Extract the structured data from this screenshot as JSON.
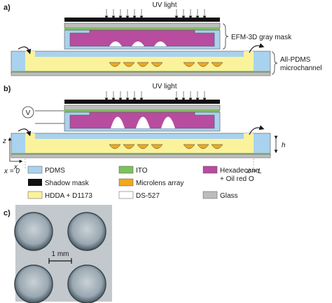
{
  "figure": {
    "panel_a": "a)",
    "panel_b": "b)",
    "panel_c": "c)",
    "uv_light": "UV light",
    "mask_label": "EFM-3D gray mask",
    "channel_label_1": "All-PDMS",
    "channel_label_2": "microchannel",
    "voltage_symbol": "V",
    "height_symbol": "h",
    "z_axis": "z",
    "x_axis": "x",
    "x_start": "x = 0",
    "x_end": "x = L",
    "scale_bar": "1 mm"
  },
  "legend": [
    {
      "label": "PDMS",
      "color": "#a9d2ee"
    },
    {
      "label": "ITO",
      "color": "#7cc25a"
    },
    {
      "label": "Hexadecane",
      "label2": "+ Oil red O",
      "color": "#b84c9f"
    },
    {
      "label": "Shadow mask",
      "color": "#111111"
    },
    {
      "label": "Microlens array",
      "color": "#f0a81c"
    },
    {
      "label": "HDDA + D1173",
      "color": "#fbf29c"
    },
    {
      "label": "DS-527",
      "color": "#ffffff"
    },
    {
      "label": "Glass",
      "color": "#bdbdbd"
    }
  ],
  "colors": {
    "pdms": "#a9d2ee",
    "ito": "#7cc25a",
    "hexadecane": "#b84c9f",
    "mask": "#111111",
    "lens": "#f0a81c",
    "hdda": "#fbf29c",
    "glass": "#bdbdbd",
    "photo_bg": "#c2c8cc"
  }
}
